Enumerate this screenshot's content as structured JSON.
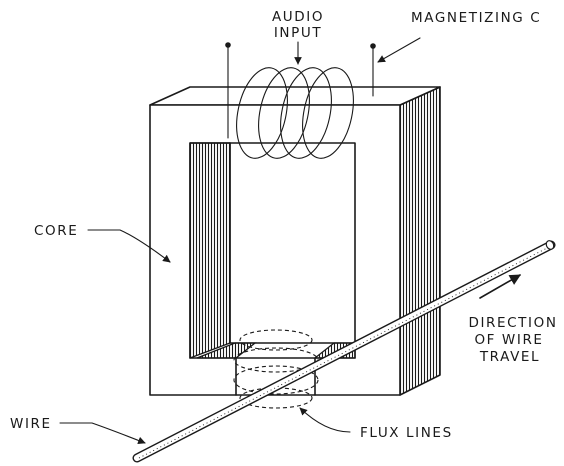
{
  "labels": {
    "audio_input_line1": "AUDIO",
    "audio_input_line2": "INPUT",
    "magnetizing_coil": "MAGNETIZING C",
    "core": "CORE",
    "direction_line1": "DIRECTION",
    "direction_line2": "OF WIRE",
    "direction_line3": "TRAVEL",
    "wire": "WIRE",
    "flux_lines": "FLUX LINES"
  },
  "colors": {
    "ink": "#1a1a1a",
    "background": "#ffffff"
  }
}
